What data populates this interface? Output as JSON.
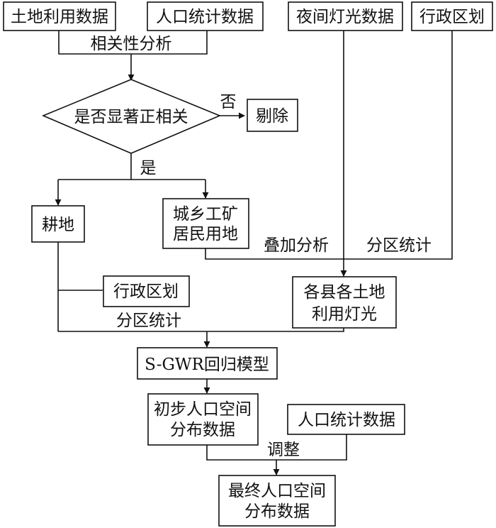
{
  "nodes": {
    "land_use": "土地利用数据",
    "population_stats_top": "人口统计数据",
    "night_light": "夜间灯光数据",
    "admin_division_top": "行政区划",
    "correlation_analysis": "相关性分析",
    "decision": "是否显著正相关",
    "no_label": "否",
    "remove": "剔除",
    "yes_label": "是",
    "cropland": "耕地",
    "urban_rural_line1": "城乡工矿",
    "urban_rural_line2": "居民用地",
    "overlay_analysis": "叠加分析",
    "zonal_stats_right": "分区统计",
    "admin_division_mid": "行政区划",
    "zonal_stats_left": "分区统计",
    "county_light_line1": "各县各土地",
    "county_light_line2": "利用灯光",
    "sgwr_model": "S-GWR回归模型",
    "initial_pop_line1": "初步人口空间",
    "initial_pop_line2": "分布数据",
    "population_stats_bottom": "人口统计数据",
    "adjust": "调整",
    "final_pop_line1": "最终人口空间",
    "final_pop_line2": "分布数据"
  }
}
